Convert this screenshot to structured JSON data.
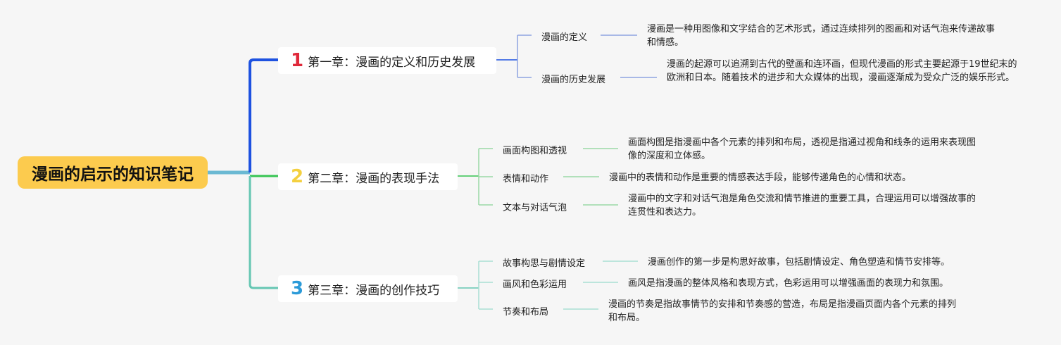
{
  "root": {
    "label": "漫画的启示的知识笔记"
  },
  "colors": {
    "root_bg": "#fccb4e",
    "root_connector": "#6bb9d3",
    "branch_1": "#1e52e0",
    "branch_2": "#35c451",
    "branch_3": "#64c6b2",
    "num_1": "#e0283a",
    "num_2": "#f4d03f",
    "num_3": "#2b9ad8"
  },
  "chapters": [
    {
      "number": "1",
      "title": "第一章：漫画的定义和历史发展",
      "topics": [
        {
          "label": "漫画的定义",
          "detail": "漫画是一种用图像和文字结合的艺术形式，通过连续排列的图画和对话气泡来传递故事和情感。"
        },
        {
          "label": "漫画的历史发展",
          "detail": "漫画的起源可以追溯到古代的壁画和连环画，但现代漫画的形式主要起源于19世纪末的欧洲和日本。随着技术的进步和大众媒体的出现，漫画逐渐成为受众广泛的娱乐形式。"
        }
      ]
    },
    {
      "number": "2",
      "title": "第二章：漫画的表现手法",
      "topics": [
        {
          "label": "画面构图和透视",
          "detail": "画面构图是指漫画中各个元素的排列和布局，透视是指通过视角和线条的运用来表现图像的深度和立体感。"
        },
        {
          "label": "表情和动作",
          "detail": "漫画中的表情和动作是重要的情感表达手段，能够传递角色的心情和状态。"
        },
        {
          "label": "文本与对话气泡",
          "detail": "漫画中的文字和对话气泡是角色交流和情节推进的重要工具，合理运用可以增强故事的连贯性和表达力。"
        }
      ]
    },
    {
      "number": "3",
      "title": "第三章：漫画的创作技巧",
      "topics": [
        {
          "label": "故事构思与剧情设定",
          "detail": "漫画创作的第一步是构思好故事，包括剧情设定、角色塑造和情节安排等。"
        },
        {
          "label": "画风和色彩运用",
          "detail": "画风是指漫画的整体风格和表现方式，色彩运用可以增强画面的表现力和氛围。"
        },
        {
          "label": "节奏和布局",
          "detail": "漫画的节奏是指故事情节的安排和节奏感的营造，布局是指漫画页面内各个元素的排列和布局。"
        }
      ]
    }
  ]
}
